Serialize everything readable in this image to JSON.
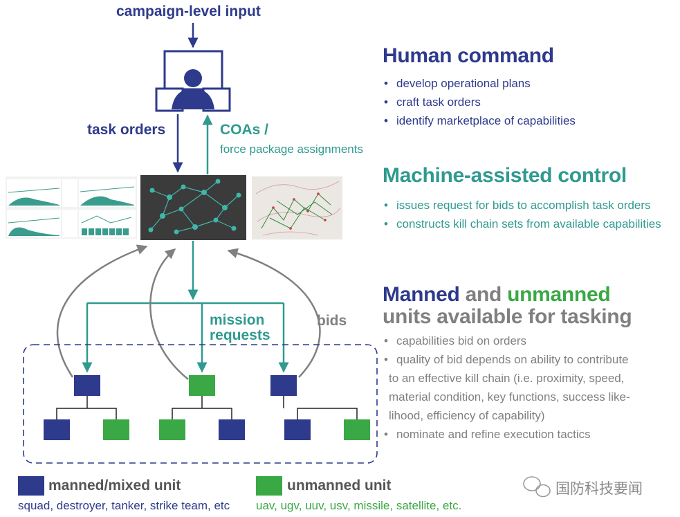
{
  "top_input": "campaign-level input",
  "arrows": {
    "task_orders": "task orders",
    "coas_line1": "COAs /",
    "coas_line2": "force package assignments",
    "mission_line1": "mission",
    "mission_line2": "requests",
    "bids": "bids"
  },
  "human_command": {
    "title": "Human command",
    "items": [
      "develop operational plans",
      "craft task orders",
      "identify marketplace of capabilities"
    ]
  },
  "machine_control": {
    "title": "Machine-assisted control",
    "items": [
      "issues request for bids to accomplish task orders",
      "constructs kill chain sets from available capabilities"
    ]
  },
  "units": {
    "title_manned": "Manned",
    "title_and": "and",
    "title_unmanned": "unmanned",
    "title_line2": "units available for tasking",
    "items": [
      {
        "text": "capabilities bid on orders",
        "bullet": true
      },
      {
        "text": "quality of bid depends on ability to contribute",
        "bullet": true
      },
      {
        "text": "to an effective kill chain (i.e. proximity, speed,",
        "bullet": false
      },
      {
        "text": "material condition, key functions, success like-",
        "bullet": false
      },
      {
        "text": "lihood, efficiency of capability)",
        "bullet": false
      },
      {
        "text": "nominate and refine execution tactics",
        "bullet": true
      }
    ]
  },
  "legend": {
    "manned_label": "manned/mixed unit",
    "manned_examples": "squad, destroyer, tanker, strike team, etc",
    "unmanned_label": "unmanned unit",
    "unmanned_examples": "uav, ugv, uuv, usv, missile, satellite, etc."
  },
  "watermark": "国防科技要闻",
  "colors": {
    "manned": "#2e3a8c",
    "unmanned": "#3aa845",
    "teal": "#2f9a8f",
    "gray": "#808080"
  }
}
